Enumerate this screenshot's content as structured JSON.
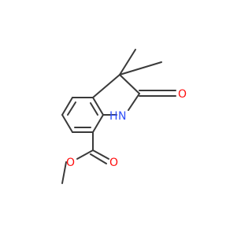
{
  "molecule": {
    "atoms": {
      "oxygen_carbonyl": {
        "label": "O",
        "color": "#ff0d0d"
      },
      "nitrogen": {
        "label": "N",
        "color": "#3050f8"
      },
      "hydrogen_on_n": {
        "label": "H",
        "color": "#3050f8"
      },
      "oxygen_ester_carbonyl": {
        "label": "O",
        "color": "#ff0d0d"
      },
      "oxygen_ester_ether": {
        "label": "O",
        "color": "#ff0d0d"
      }
    },
    "bond_color": "#3a3a3a"
  }
}
